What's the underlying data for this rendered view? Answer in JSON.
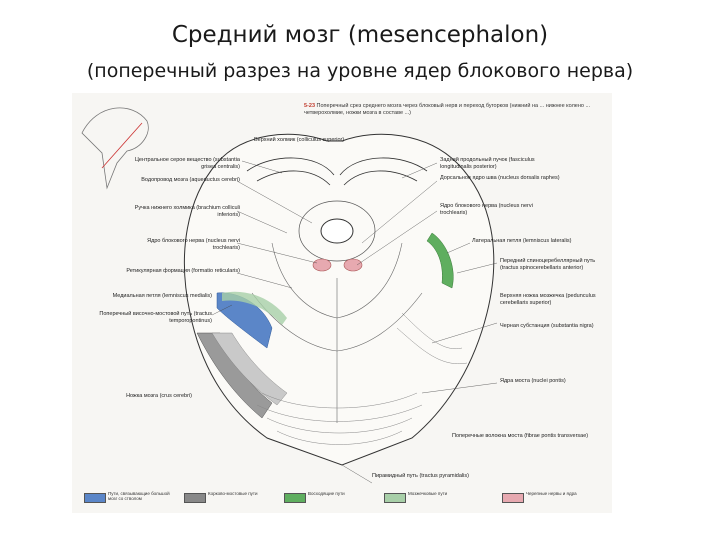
{
  "slide": {
    "title": "Средний мозг (mesencephalon)",
    "subtitle": "(поперечный разрез на уровне ядер блокового нерва)"
  },
  "figure": {
    "number": "5-23",
    "caption": "Поперечный срез среднего мозга через блоковый нерв и переход бугорков (нижний на ... нижнее колено ... четверохолмие, ножки мозга в составе ...)",
    "labels": [
      {
        "text": "Верхний холмик (colliculus superior)",
        "side": "top"
      },
      {
        "text": "Центральное серое вещество (substantia grisea centralis)",
        "side": "left"
      },
      {
        "text": "Водопровод мозга (aqueductus cerebri)",
        "side": "left"
      },
      {
        "text": "Ручка нижнего холмика (brachium colliculi inferioris)",
        "side": "left"
      },
      {
        "text": "Ядро блокового нерва (nucleus nervi trochlearis)",
        "side": "left"
      },
      {
        "text": "Ретикулярная формация (formatio reticularis)",
        "side": "left"
      },
      {
        "text": "Медиальная петля (lemniscus medialis)",
        "side": "left"
      },
      {
        "text": "Поперечный височно-мостовой путь (tractus temporopontinus)",
        "side": "left"
      },
      {
        "text": "Ножка мозга (crus cerebri)",
        "side": "left"
      },
      {
        "text": "Задний продольный пучок (fasciculus longitudinalis posterior)",
        "side": "right"
      },
      {
        "text": "Дорсальное ядро шва (nucleus dorsalis raphes)",
        "side": "right"
      },
      {
        "text": "Ядро блокового нерва (nucleus nervi trochlearis)",
        "side": "right"
      },
      {
        "text": "Латеральная петля (lemniscus lateralis)",
        "side": "right"
      },
      {
        "text": "Передний спиноцеребеллярный путь (tractus spinocerebellaris anterior)",
        "side": "right"
      },
      {
        "text": "Верхняя ножка мозжечка (pedunculus cerebellaris superior)",
        "side": "right"
      },
      {
        "text": "Черная субстанция (substantia nigra)",
        "side": "right"
      },
      {
        "text": "Ядра моста (nuclei pontis)",
        "side": "right"
      },
      {
        "text": "Поперечные волокна моста (fibrae pontis transversae)",
        "side": "right"
      },
      {
        "text": "Пирамидный путь (tractus pyramidalis)",
        "side": "bottom"
      }
    ]
  },
  "legend": [
    {
      "color": "#5b86c8",
      "text": "Пути, связывающие большой мозг со стволом"
    },
    {
      "color": "#888888",
      "text": "Корково-мостовые пути"
    },
    {
      "color": "#5fae5f",
      "text": "Восходящие пути"
    },
    {
      "color": "#a8cfa8",
      "text": "Мозжечковые пути"
    },
    {
      "color": "#e7a9b0",
      "text": "Черепные нервы и ядра"
    }
  ]
}
